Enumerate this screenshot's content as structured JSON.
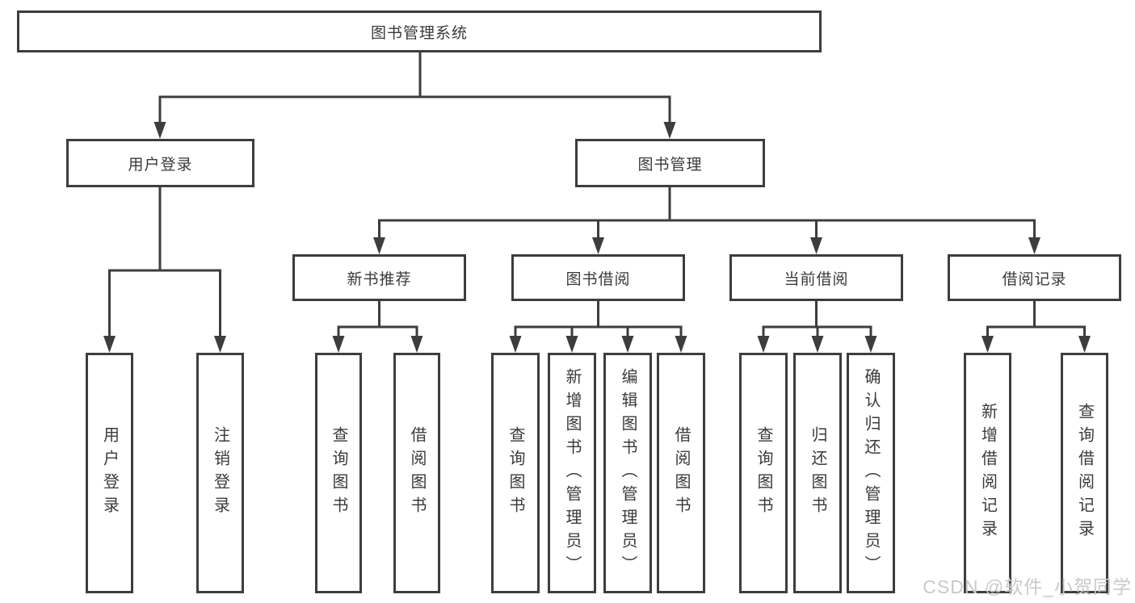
{
  "diagram_title": "图书管理系统",
  "nodes": {
    "root": "图书管理系统",
    "userLogin": "用户登录",
    "bookMgmt": "图书管理",
    "newBookRec": "新书推荐",
    "bookBorrow": "图书借阅",
    "currentBorrow": "当前借阅",
    "borrowRecords": "借阅记录",
    "leafUserLogin": "用户登录",
    "leafLogout": "注销登录",
    "leafNewRecQuery": "查询图书",
    "leafNewRecBorrow": "借阅图书",
    "leafBorrowQuery": "查询图书",
    "leafBorrowAdd": "新增图书（管理员）",
    "leafBorrowEdit": "编辑图书（管理员）",
    "leafBorrowBorrow": "借阅图书",
    "leafCurrentQuery": "查询图书",
    "leafCurrentReturn": "归还图书",
    "leafCurrentConfirm": "确认归还（管理员）",
    "leafRecordAdd": "新增借阅记录",
    "leafRecordQuery": "查询借阅记录"
  },
  "watermark": "CSDN @软件_小贺同学",
  "colors": {
    "line": "#3d3d3d",
    "text": "#3a3a3a",
    "background": "#ffffff",
    "watermark": "#c9c9c9"
  }
}
